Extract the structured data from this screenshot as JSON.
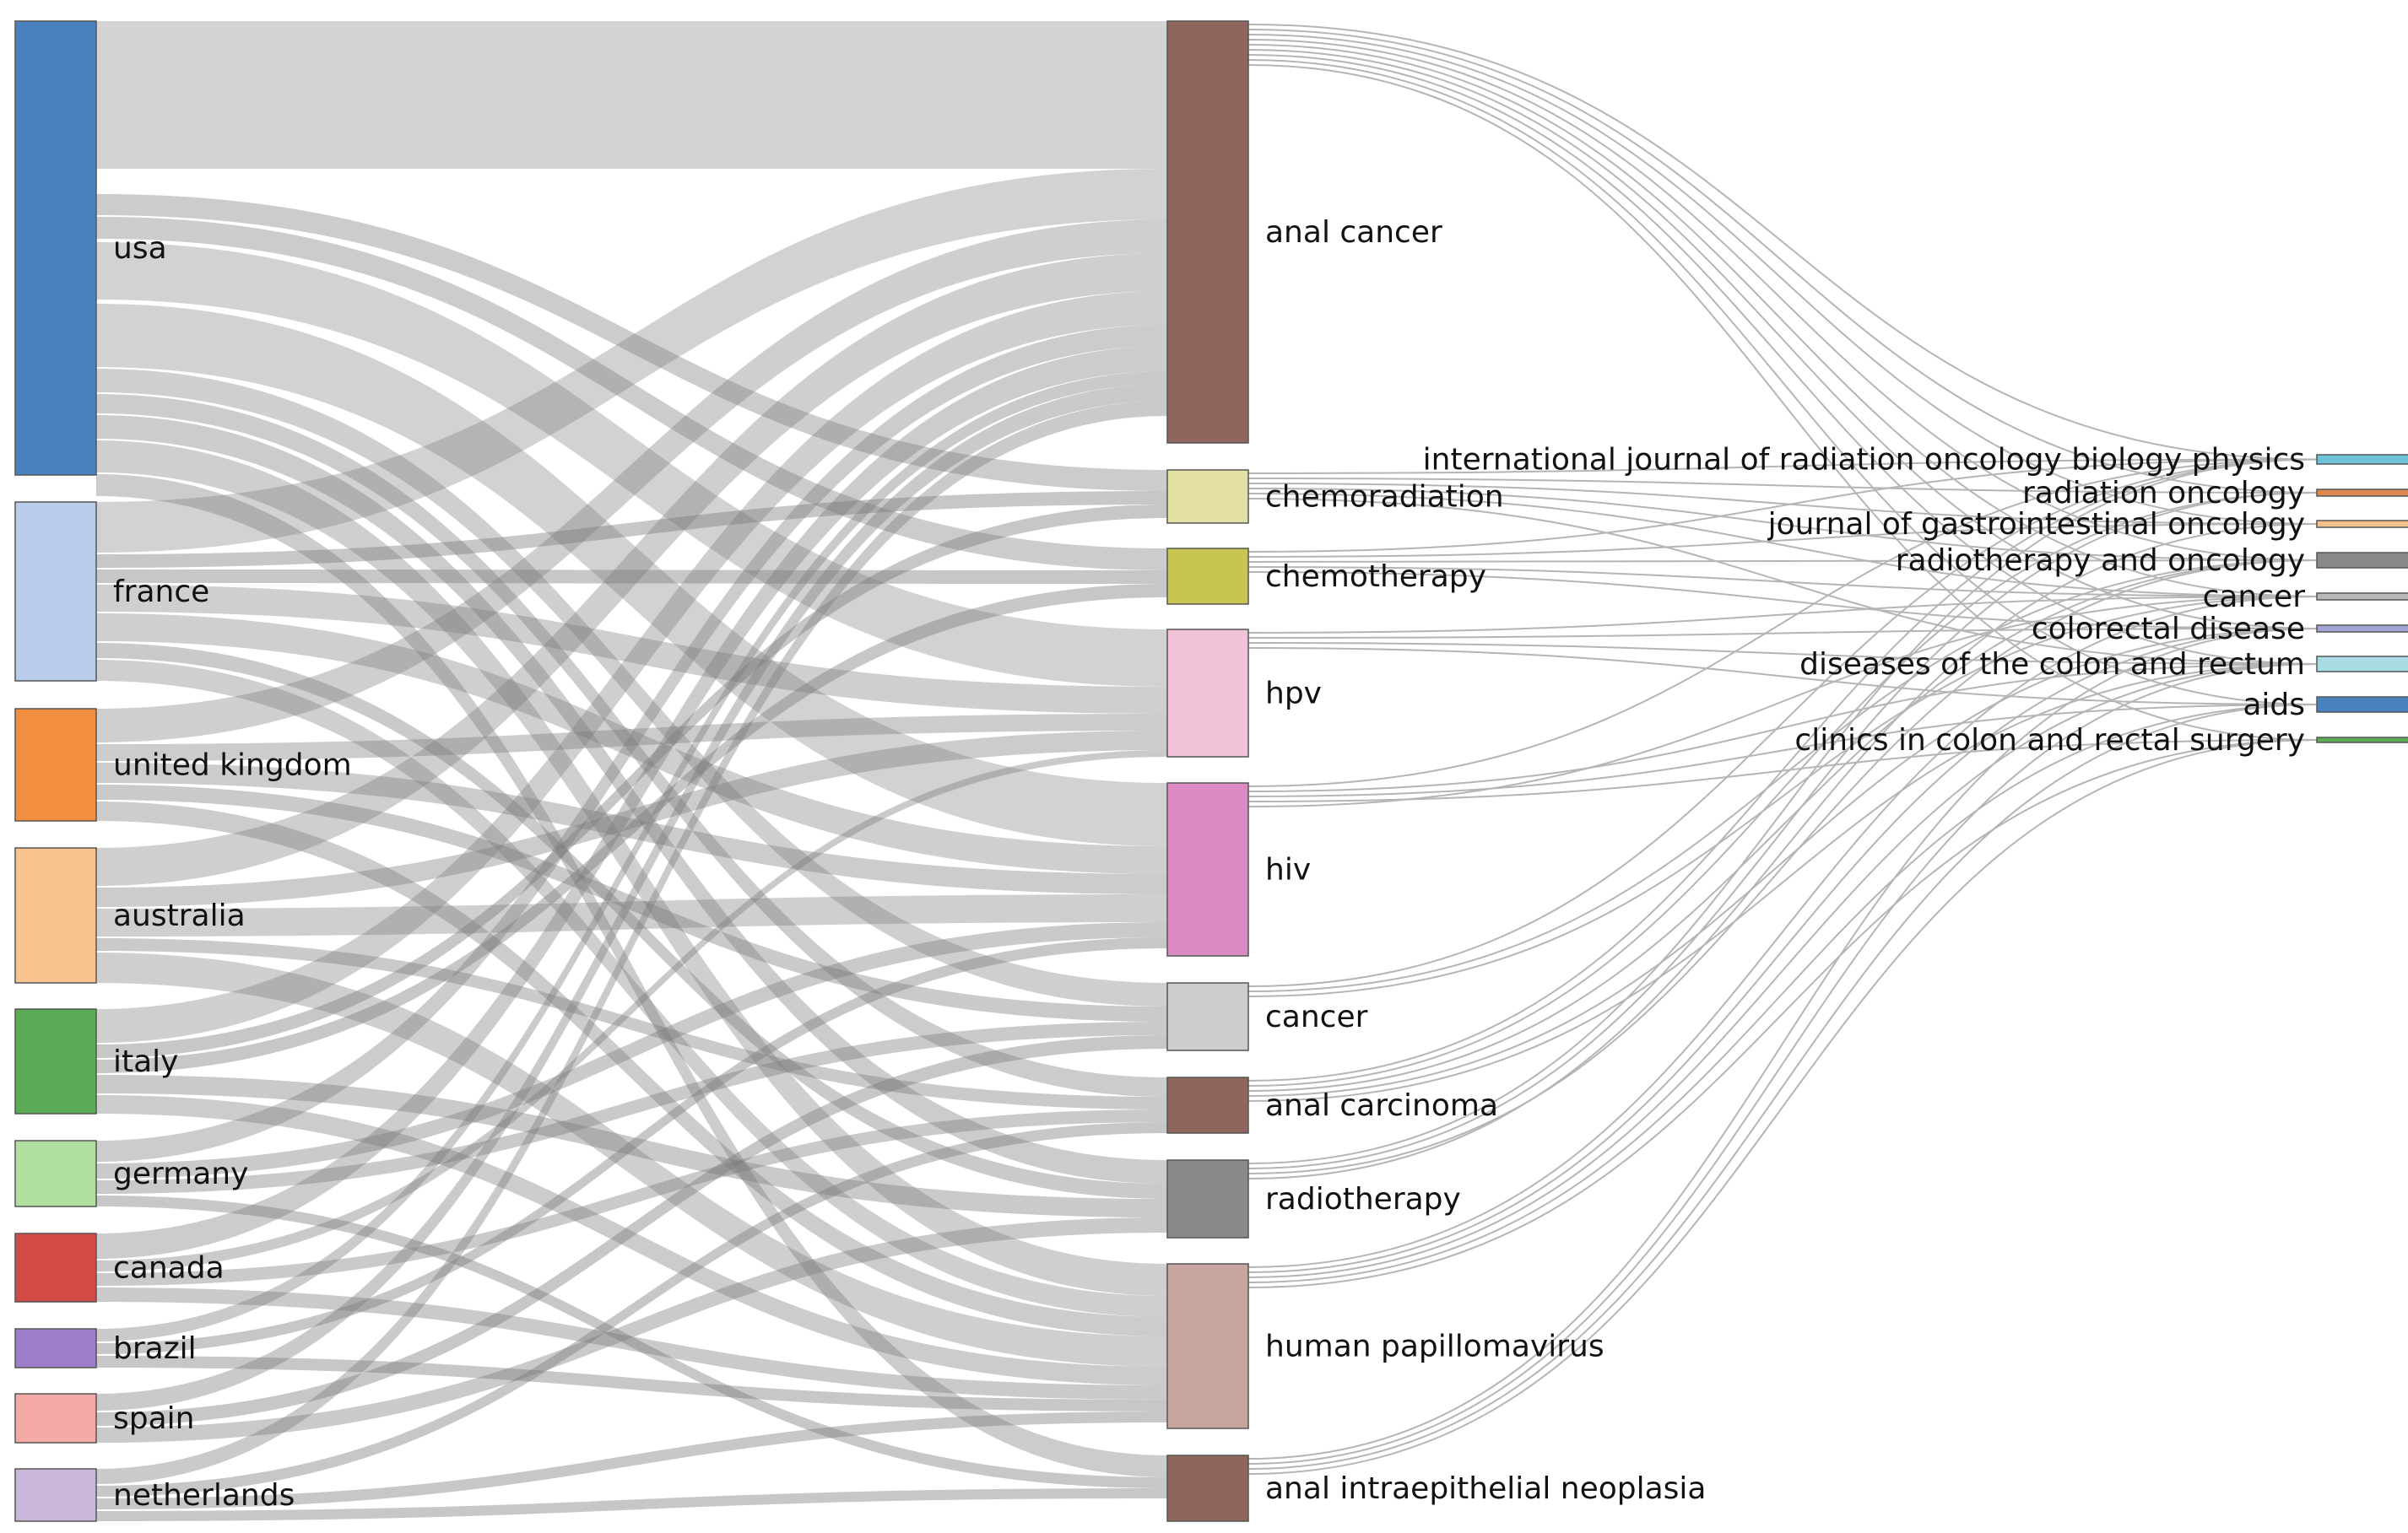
{
  "diagram": {
    "type": "sankey",
    "columns": [
      {
        "id": "countries",
        "nodes": [
          {
            "id": "usa",
            "label": "usa",
            "color": "#4A81BF"
          },
          {
            "id": "france",
            "label": "france",
            "color": "#B9CDEB"
          },
          {
            "id": "united-kingdom",
            "label": "united kingdom",
            "color": "#F28E3F"
          },
          {
            "id": "australia",
            "label": "australia",
            "color": "#F8C38E"
          },
          {
            "id": "italy",
            "label": "italy",
            "color": "#5BAA55"
          },
          {
            "id": "germany",
            "label": "germany",
            "color": "#B0DFA0"
          },
          {
            "id": "canada",
            "label": "canada",
            "color": "#D24A45"
          },
          {
            "id": "brazil",
            "label": "brazil",
            "color": "#9D7CC8"
          },
          {
            "id": "spain",
            "label": "spain",
            "color": "#F4A9A7"
          },
          {
            "id": "netherlands",
            "label": "netherlands",
            "color": "#C9B8DA"
          }
        ]
      },
      {
        "id": "keywords",
        "nodes": [
          {
            "id": "anal-cancer",
            "label": "anal cancer",
            "color": "#8E665E"
          },
          {
            "id": "chemoradiation",
            "label": "chemoradiation",
            "color": "#E2E1A3"
          },
          {
            "id": "chemotherapy",
            "label": "chemotherapy",
            "color": "#C6C650"
          },
          {
            "id": "hpv",
            "label": "hpv",
            "color": "#F2C2D8"
          },
          {
            "id": "hiv",
            "label": "hiv",
            "color": "#DB8AC4"
          },
          {
            "id": "cancer-kw",
            "label": "cancer",
            "color": "#CDCDCD"
          },
          {
            "id": "anal-carcinoma",
            "label": "anal carcinoma",
            "color": "#8E665E"
          },
          {
            "id": "radiotherapy",
            "label": "radiotherapy",
            "color": "#8A8A8A"
          },
          {
            "id": "human-papillomavirus",
            "label": "human papillomavirus",
            "color": "#C6A69F"
          },
          {
            "id": "anal-intraepithelial-neoplasia",
            "label": "anal intraepithelial neoplasia",
            "color": "#8E665E"
          }
        ]
      },
      {
        "id": "journals",
        "nodes": [
          {
            "id": "ijrobp",
            "label": "international journal of radiation oncology biology physics",
            "color": "#6FC4D9"
          },
          {
            "id": "radiation-oncology",
            "label": "radiation oncology",
            "color": "#D98A4E"
          },
          {
            "id": "jgo",
            "label": "journal of gastrointestinal oncology",
            "color": "#F3C08A"
          },
          {
            "id": "radiotherapy-and-oncology",
            "label": "radiotherapy and oncology",
            "color": "#8A8A8A"
          },
          {
            "id": "cancer-j",
            "label": "cancer",
            "color": "#B8B8B8"
          },
          {
            "id": "colorectal-disease",
            "label": "colorectal disease",
            "color": "#A0A5D6"
          },
          {
            "id": "diseases-colon-rectum",
            "label": "diseases of the colon and rectum",
            "color": "#A8DCE5"
          },
          {
            "id": "aids",
            "label": "aids",
            "color": "#4A81BF"
          },
          {
            "id": "clinics-colon-rectal",
            "label": "clinics in colon and rectal surgery",
            "color": "#5BAA55"
          }
        ]
      }
    ]
  }
}
